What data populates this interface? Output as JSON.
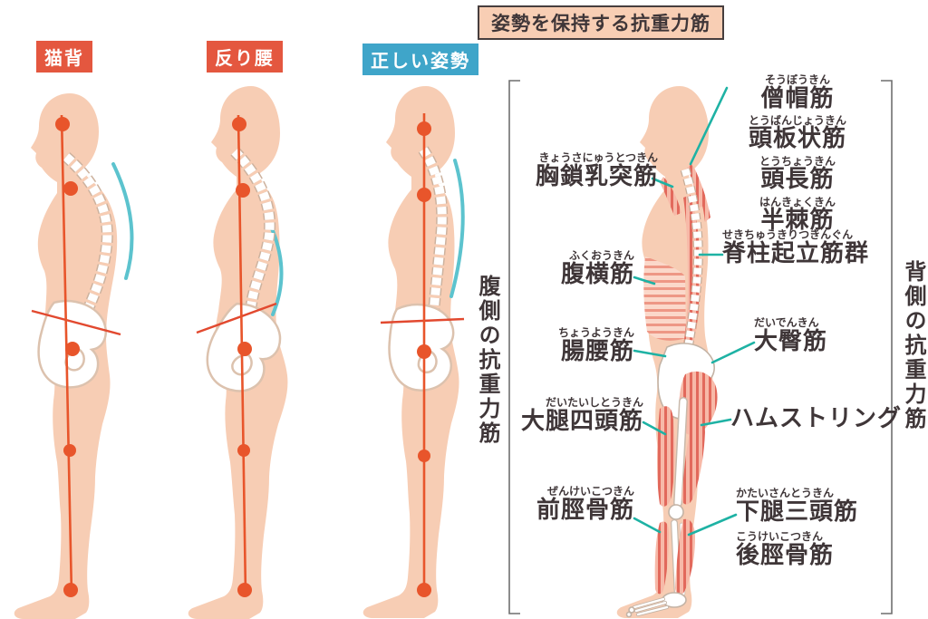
{
  "title": "姿勢を保持する抗重力筋",
  "postures": [
    {
      "label": "猫背"
    },
    {
      "label": "反り腰"
    },
    {
      "label": "正しい姿勢"
    }
  ],
  "muscles": {
    "left": [
      {
        "kana": "きょうさにゅうとつきん",
        "name": "胸鎖乳突筋"
      },
      {
        "kana": "ふくおうきん",
        "name": "腹横筋"
      },
      {
        "kana": "ちょうようきん",
        "name": "腸腰筋"
      },
      {
        "kana": "だいたいしとうきん",
        "name": "大腿四頭筋"
      },
      {
        "kana": "ぜんけいこつきん",
        "name": "前脛骨筋"
      }
    ],
    "right_top": [
      {
        "kana": "そうぼうきん",
        "name": "僧帽筋"
      },
      {
        "kana": "とうばんじょうきん",
        "name": "頭板状筋"
      },
      {
        "kana": "とうちょうきん",
        "name": "頭長筋"
      },
      {
        "kana": "はんきょくきん",
        "name": "半棘筋"
      }
    ],
    "right": [
      {
        "kana": "せきちゅうきりつきんぐん",
        "name": "脊柱起立筋群"
      },
      {
        "kana": "だいでんきん",
        "name": "大臀筋"
      },
      {
        "kana": "",
        "name": "ハムストリング"
      },
      {
        "kana": "かたいさんとうきん",
        "name": "下腿三頭筋"
      },
      {
        "kana": "こうけいこつきん",
        "name": "後脛骨筋"
      }
    ],
    "side_left": "腹側の抗重力筋",
    "side_right": "背側の抗重力筋"
  },
  "colors": {
    "skin": "#f7cdb4",
    "accent_red": "#e8552b",
    "label_red": "#e4573f",
    "label_blue": "#3fa5c9",
    "title_bg": "#f8ceb4",
    "teal_leader": "#1eb2a4",
    "teal_arc": "#5cc3ce",
    "text": "#3f3638"
  }
}
